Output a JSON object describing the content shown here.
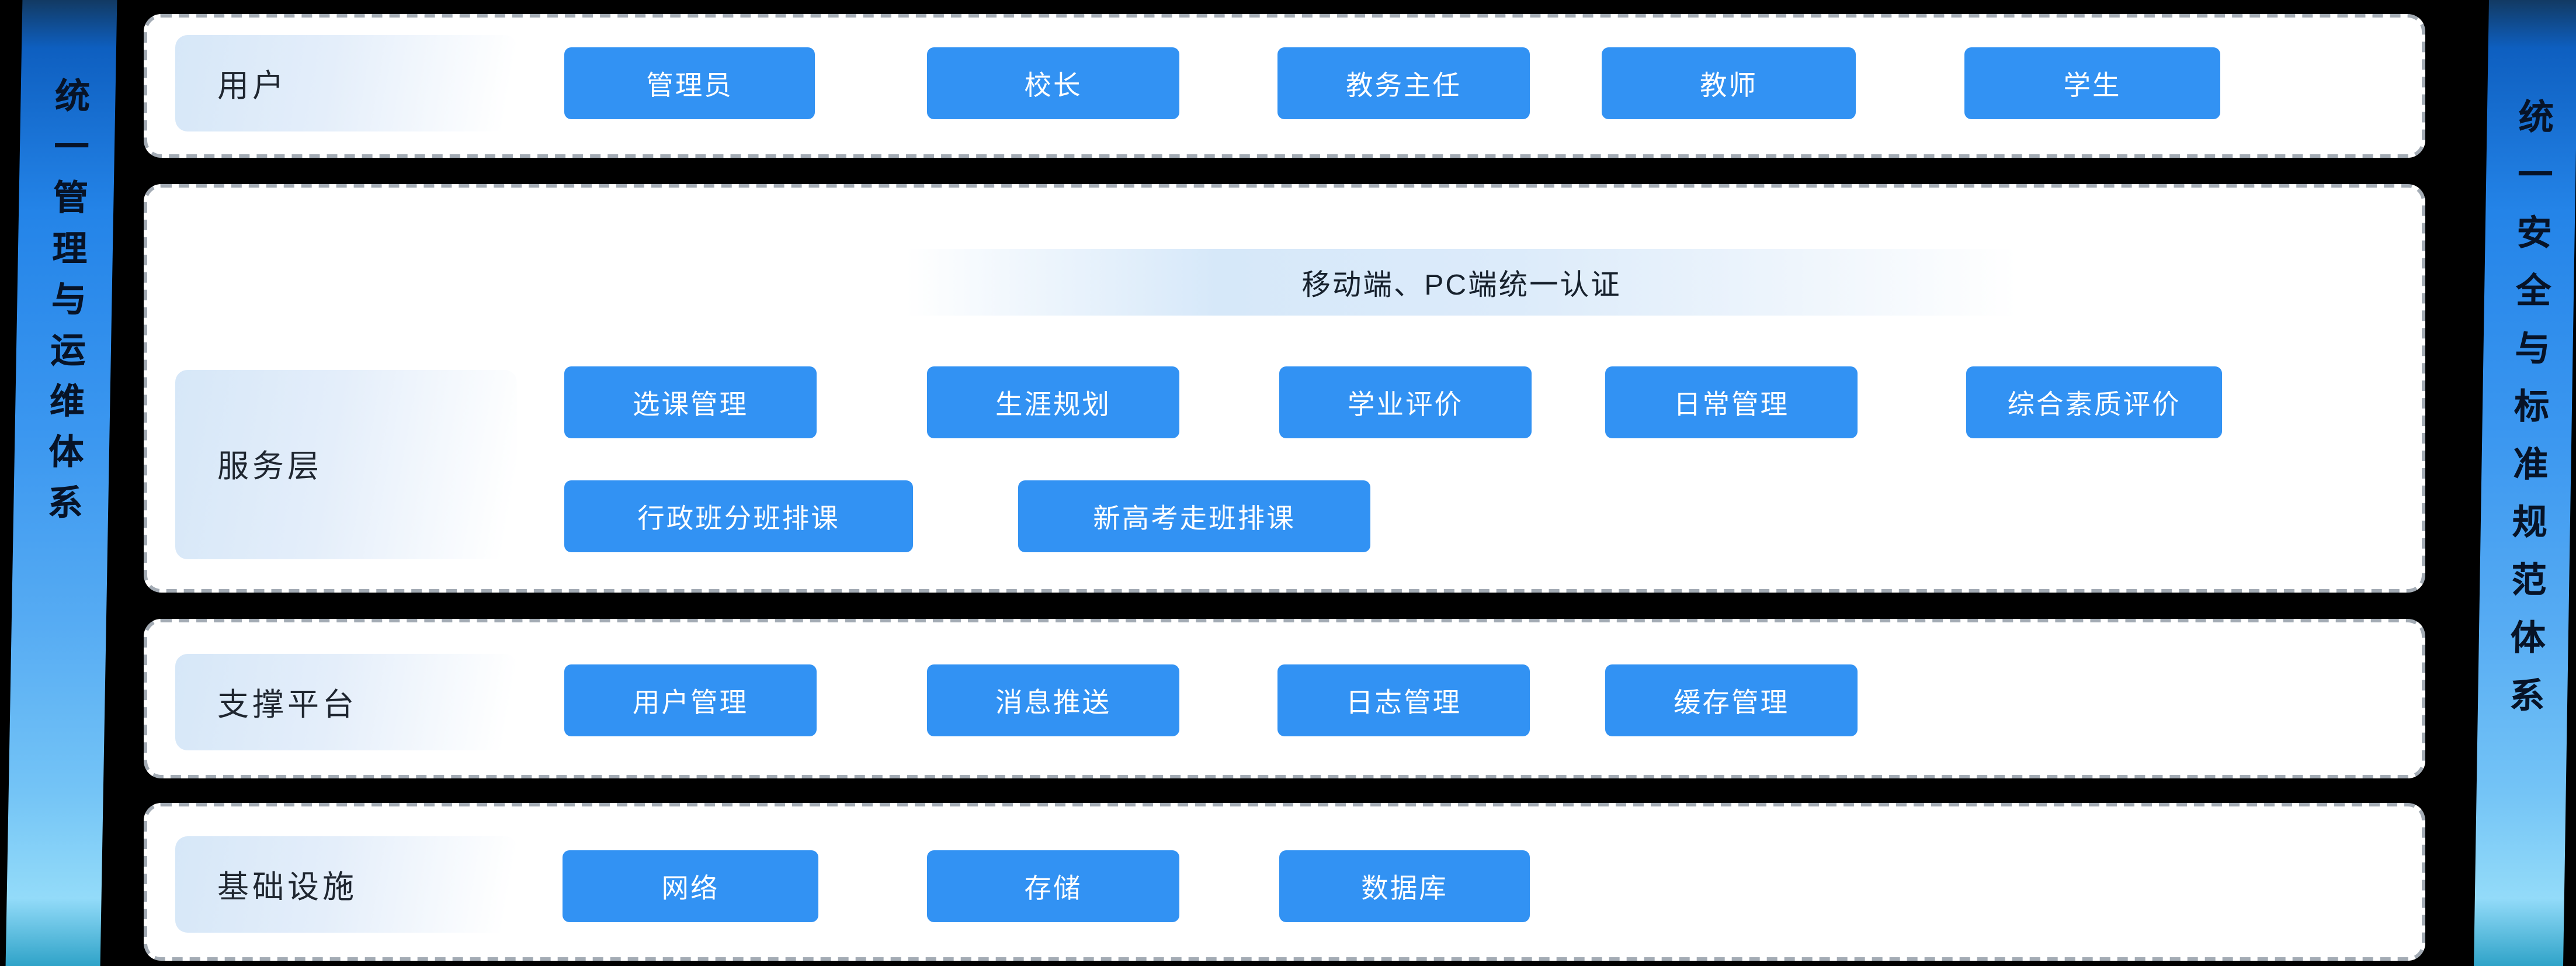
{
  "diagram": {
    "left_ribbon": "统一管理与运维体系",
    "right_ribbon": "统一安全与标准规范体系",
    "rows": {
      "users": {
        "label": "用户",
        "buttons": [
          "管理员",
          "校长",
          "教务主任",
          "教师",
          "学生"
        ]
      },
      "services": {
        "label": "服务层",
        "banner": "移动端、PC端统一认证",
        "buttons_row1": [
          "选课管理",
          "生涯规划",
          "学业评价",
          "日常管理",
          "综合素质评价"
        ],
        "buttons_row2": [
          "行政班分班排课",
          "新高考走班排课"
        ]
      },
      "support": {
        "label": "支撑平台",
        "buttons": [
          "用户管理",
          "消息推送",
          "日志管理",
          "缓存管理"
        ]
      },
      "infrastructure": {
        "label": "基础设施",
        "buttons": [
          "网络",
          "存储",
          "数据库"
        ]
      }
    },
    "colors": {
      "background": "#000000",
      "node_blue": "#3292F3",
      "panel_border": "#A3ABB4",
      "label_gradient_start": "#D6E7F8",
      "ribbon_top": "#0E5FC0",
      "ribbon_bottom": "#93DBF9"
    }
  }
}
